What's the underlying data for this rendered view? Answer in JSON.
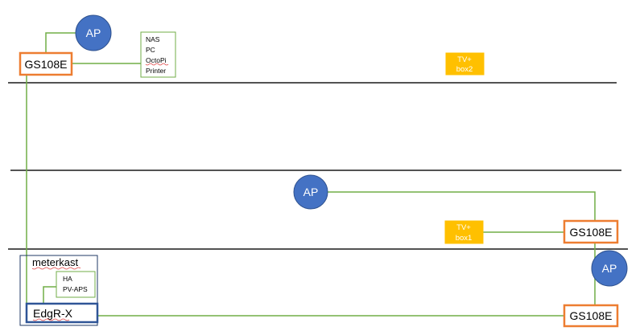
{
  "floors": {
    "top_label": "",
    "middle_label": "",
    "bottom_label": ""
  },
  "top_floor": {
    "ap": "AP",
    "switch": "GS108E",
    "devices": [
      "NAS",
      "PC",
      "OctoPi",
      "Printer"
    ],
    "tv_box": [
      "TV+",
      "box2"
    ]
  },
  "middle_floor": {
    "ap": "AP",
    "switch": "GS108E",
    "tv_box": [
      "TV+",
      "box1"
    ]
  },
  "meterkast": {
    "title": "meterkast",
    "devices": [
      "HA",
      "PV-APS"
    ],
    "router": "EdgR-X"
  },
  "ground_floor": {
    "ap": "AP",
    "switch": "GS108E"
  },
  "colors": {
    "link": "#70ad47",
    "ap": "#4472c4",
    "switch_border": "#ed7d31",
    "tv_box": "#ffc000",
    "router_border": "#2f5597"
  }
}
